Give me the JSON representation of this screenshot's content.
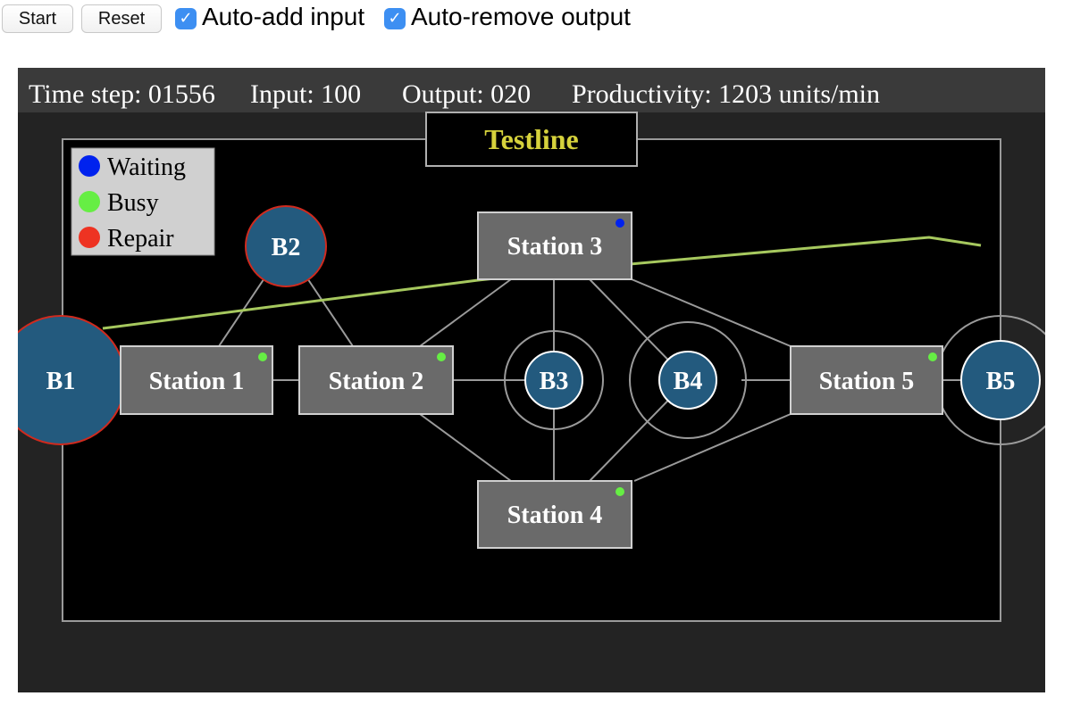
{
  "toolbar": {
    "start_label": "Start",
    "reset_label": "Reset",
    "auto_add_label": "Auto-add input",
    "auto_remove_label": "Auto-remove output",
    "check_glyph": "✓"
  },
  "status_bar": {
    "time_step": "Time step: 01556",
    "input": "Input: 100",
    "output": "Output: 020",
    "productivity": "Productivity: 1203 units/min"
  },
  "line_title": "Testline",
  "legend": {
    "waiting": "Waiting",
    "busy": "Busy",
    "repair": "Repair"
  },
  "stations": [
    {
      "label": "Station 1",
      "status": "busy"
    },
    {
      "label": "Station 2",
      "status": "busy"
    },
    {
      "label": "Station 3",
      "status": "waiting"
    },
    {
      "label": "Station 4",
      "status": "busy"
    },
    {
      "label": "Station 5",
      "status": "busy"
    }
  ],
  "buffers": [
    {
      "label": "B1"
    },
    {
      "label": "B2"
    },
    {
      "label": "B3"
    },
    {
      "label": "B4"
    },
    {
      "label": "B5"
    }
  ],
  "colors": {
    "waiting": "#0022ee",
    "busy": "#66ee44",
    "repair": "#ee3322",
    "buffer_fill": "#235a7e",
    "title": "#d6d23c",
    "trend": "#a6c85e",
    "canvas_bg": "#232323",
    "panel_bg": "#000000",
    "station_fill": "#6a6a6a"
  }
}
